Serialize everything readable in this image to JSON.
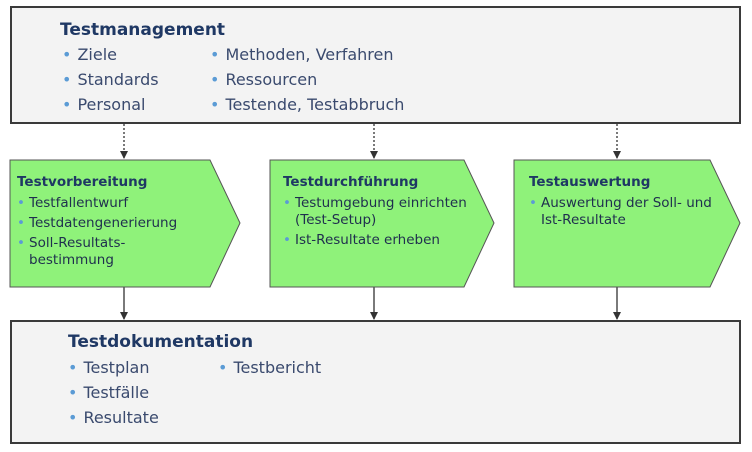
{
  "management": {
    "title": "Testmanagement",
    "column1": [
      "Ziele",
      "Standards",
      "Personal"
    ],
    "column2": [
      "Methoden, Verfahren",
      "Ressourcen",
      "Testende, Testabbruch"
    ]
  },
  "phases": [
    {
      "title": "Testvorbereitung",
      "items": [
        "Testfallentwurf",
        "Testdatengenerierung",
        "Soll-Resultats-bestimmung"
      ]
    },
    {
      "title": "Testdurchführung",
      "items": [
        "Testumgebung einrichten (Test-Setup)",
        "Ist-Resultate erheben"
      ]
    },
    {
      "title": "Testauswertung",
      "items": [
        "Auswertung der Soll- und Ist-Resultate"
      ]
    }
  ],
  "documentation": {
    "title": "Testdokumentation",
    "column1": [
      "Testplan",
      "Testfälle",
      "Resultate"
    ],
    "column2": [
      "Testbericht"
    ]
  },
  "colors": {
    "phase_fill": "#8ff27a",
    "box_fill": "#f3f3f3",
    "border": "#3a3a3a",
    "title": "#1f3864",
    "bullet": "#5b9bd5"
  }
}
